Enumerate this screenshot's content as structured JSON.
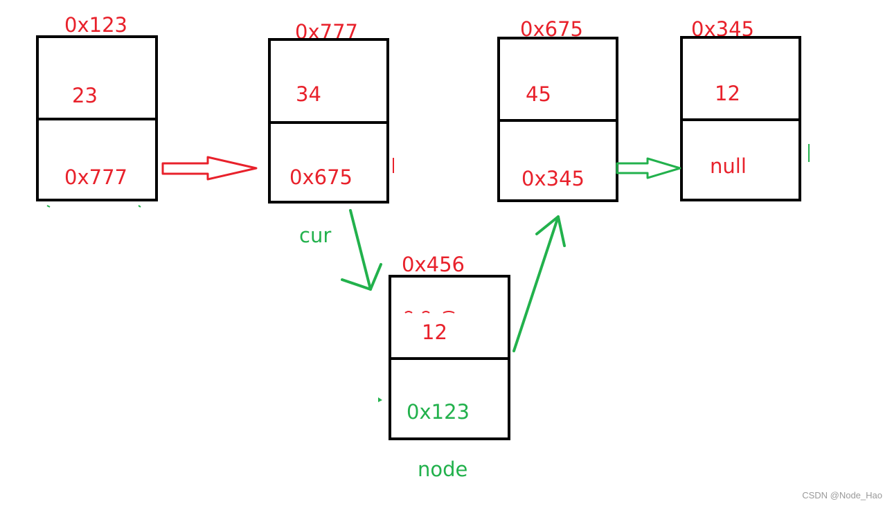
{
  "nodes": [
    {
      "addr": "0x123",
      "value": "23",
      "next": "0x777"
    },
    {
      "addr": "0x777",
      "value": "34",
      "next": "0x675"
    },
    {
      "addr": "0x675",
      "value": "45",
      "next": "0x345"
    },
    {
      "addr": "0x345",
      "value": "12",
      "next": "null"
    }
  ],
  "new_node": {
    "addr": "0x456",
    "value": "12",
    "next": "0x123",
    "label": "node"
  },
  "cur_label": "cur",
  "watermark": "CSDN @Node_Hao",
  "colors": {
    "red": "#e8212b",
    "green": "#22b14c",
    "black": "#000000"
  }
}
